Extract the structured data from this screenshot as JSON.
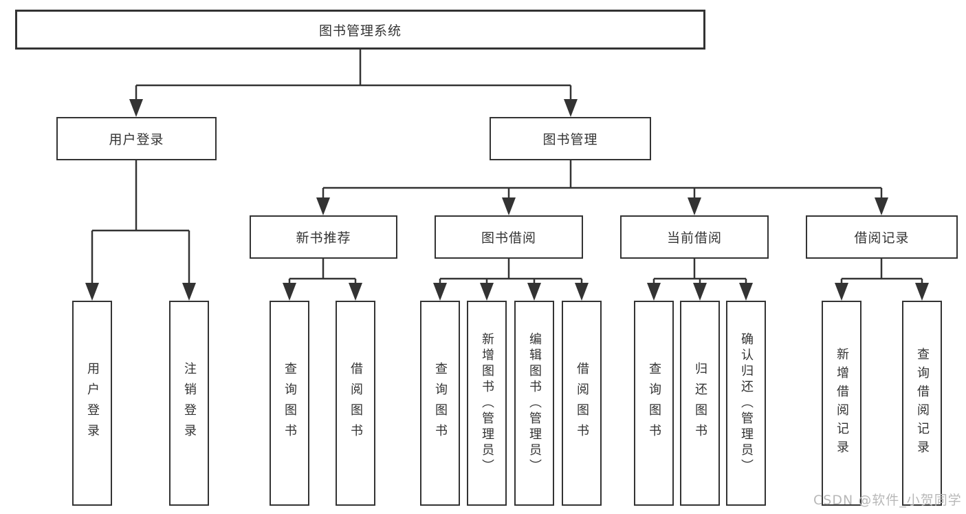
{
  "colors": {
    "line": "#333333",
    "text": "#333333",
    "background": "#ffffff",
    "watermark": "#b8b8b8"
  },
  "watermark": {
    "label": "CSDN @软件_小贺同学"
  },
  "tree": {
    "root": {
      "label": "图书管理系统",
      "children": [
        {
          "label": "用户登录",
          "children": [
            {
              "label": "用户登录"
            },
            {
              "label": "注销登录"
            }
          ]
        },
        {
          "label": "图书管理",
          "children": [
            {
              "label": "新书推荐",
              "children": [
                {
                  "label": "查询图书"
                },
                {
                  "label": "借阅图书"
                }
              ]
            },
            {
              "label": "图书借阅",
              "children": [
                {
                  "label": "查询图书"
                },
                {
                  "label": "新增图书（管理员）"
                },
                {
                  "label": "编辑图书（管理员）"
                },
                {
                  "label": "借阅图书"
                }
              ]
            },
            {
              "label": "当前借阅",
              "children": [
                {
                  "label": "查询图书"
                },
                {
                  "label": "归还图书"
                },
                {
                  "label": "确认归还（管理员）"
                }
              ]
            },
            {
              "label": "借阅记录",
              "children": [
                {
                  "label": "新增借阅记录"
                },
                {
                  "label": "查询借阅记录"
                }
              ]
            }
          ]
        }
      ]
    }
  }
}
